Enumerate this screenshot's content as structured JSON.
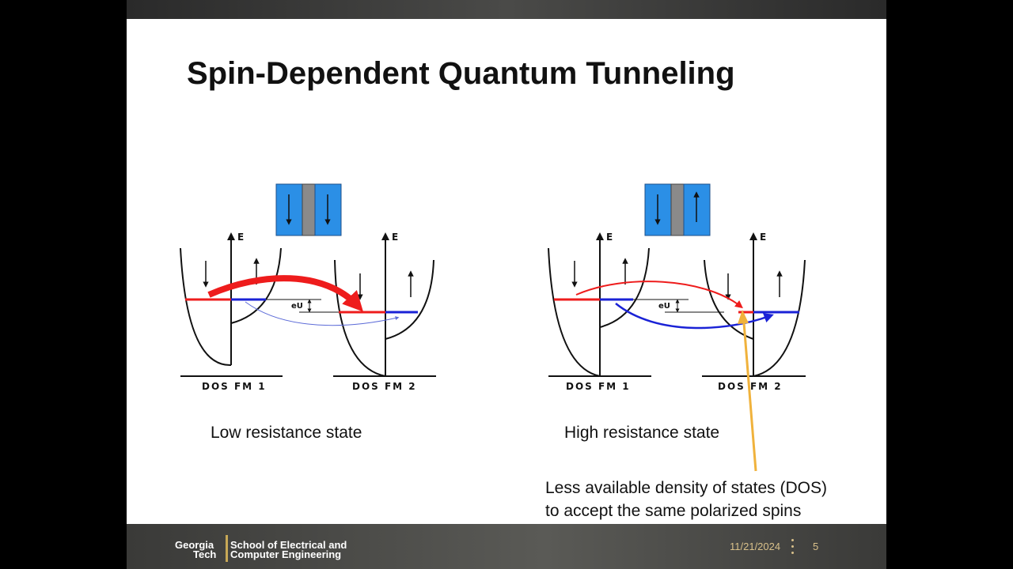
{
  "slide": {
    "title": "Spin-Dependent Quantum Tunneling",
    "left_panel": {
      "dos_left_label": "DOS FM 1",
      "dos_right_label": "DOS FM 2",
      "axis_label": "E",
      "bias_label": "eU",
      "caption": "Low resistance state"
    },
    "right_panel": {
      "dos_left_label": "DOS FM 1",
      "dos_right_label": "DOS FM 2",
      "axis_label": "E",
      "bias_label": "eU",
      "caption": "High resistance state"
    },
    "note_lines": [
      "Less available density of states (DOS)",
      "to accept the same polarized spins"
    ]
  },
  "footer": {
    "logo_line1": "Georgia",
    "logo_line2": "Tech",
    "school_line1": "School of Electrical and",
    "school_line2": "Computer Engineering",
    "date": "11/21/2024",
    "page_number": "5"
  },
  "colors": {
    "spin_up_channel": "#1a22d6",
    "spin_down_channel": "#ee1c1c",
    "magnet_layer": "#2b8fe6",
    "barrier_layer": "#8a8a8a",
    "annotation_arrow": "#f0b23c",
    "footer_text": "#d8c08a"
  },
  "icons": {
    "layer_magnetization": "vertical-arrow",
    "spin_marker": "vertical-arrow",
    "footer_menu": "vertical-ellipsis-icon"
  }
}
